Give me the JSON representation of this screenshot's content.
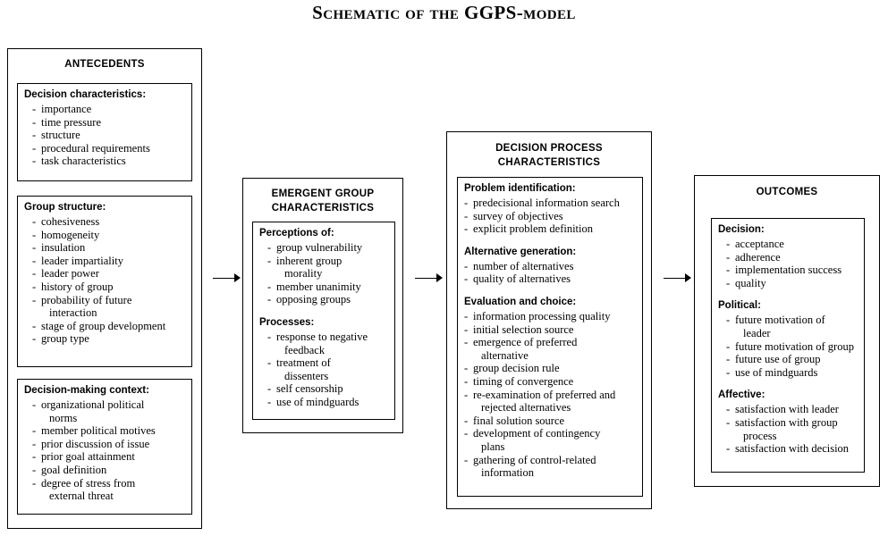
{
  "title": "Schematic of the GGPS-model",
  "columns": [
    {
      "id": "antecedents",
      "title": "ANTECEDENTS",
      "groups": [
        {
          "head": "Decision characteristics:",
          "items": [
            "importance",
            "time pressure",
            "structure",
            "procedural requirements",
            "task characteristics"
          ]
        },
        {
          "head": "Group structure:",
          "items": [
            "cohesiveness",
            "homogeneity",
            "insulation",
            "leader impartiality",
            "leader power",
            "history of group",
            "probability of future\ninteraction",
            "stage of group development",
            "group type"
          ]
        },
        {
          "head": "Decision-making context:",
          "items": [
            "organizational political\nnorms",
            "member political motives",
            "prior discussion of issue",
            "prior goal attainment",
            "goal definition",
            "degree of stress from\nexternal threat"
          ]
        }
      ]
    },
    {
      "id": "emergent-group-characteristics",
      "title": "EMERGENT GROUP\nCHARACTERISTICS",
      "groups": [
        {
          "head": "Perceptions of:",
          "items": [
            "group vulnerability",
            "inherent group\nmorality",
            "member unanimity",
            "opposing groups"
          ],
          "head2": "Processes:",
          "items2": [
            "response to negative\nfeedback",
            "treatment of\ndissenters",
            "self censorship",
            "use of mindguards"
          ]
        }
      ]
    },
    {
      "id": "decision-process-characteristics",
      "title": "DECISION PROCESS\nCHARACTERISTICS",
      "groups": [
        {
          "head": "Problem identification:",
          "items": [
            "predecisional information search",
            "survey of objectives",
            "explicit problem definition"
          ],
          "head2": "Alternative generation:",
          "items2": [
            "number of alternatives",
            "quality of alternatives"
          ],
          "head3": "Evaluation and choice:",
          "items3": [
            "information processing quality",
            "initial selection source",
            "emergence of preferred\nalternative",
            "group decision rule",
            "timing of convergence",
            "re-examination of preferred and\nrejected alternatives",
            "final solution source",
            "development of contingency\nplans",
            "gathering of control-related\ninformation"
          ]
        }
      ]
    },
    {
      "id": "outcomes",
      "title": "OUTCOMES",
      "groups": [
        {
          "head": "Decision:",
          "items": [
            "acceptance",
            "adherence",
            "implementation success",
            "quality"
          ],
          "head2": "Political:",
          "items2": [
            "future motivation of\nleader",
            "future motivation of group",
            "future use of group",
            "use of mindguards"
          ],
          "head3": "Affective:",
          "items3": [
            "satisfaction with leader",
            "satisfaction with group\nprocess",
            "satisfaction with decision"
          ]
        }
      ]
    }
  ],
  "arrows": [
    {
      "name": "arrow-antecedents-to-emergent"
    },
    {
      "name": "arrow-emergent-to-process"
    },
    {
      "name": "arrow-process-to-outcomes"
    }
  ]
}
